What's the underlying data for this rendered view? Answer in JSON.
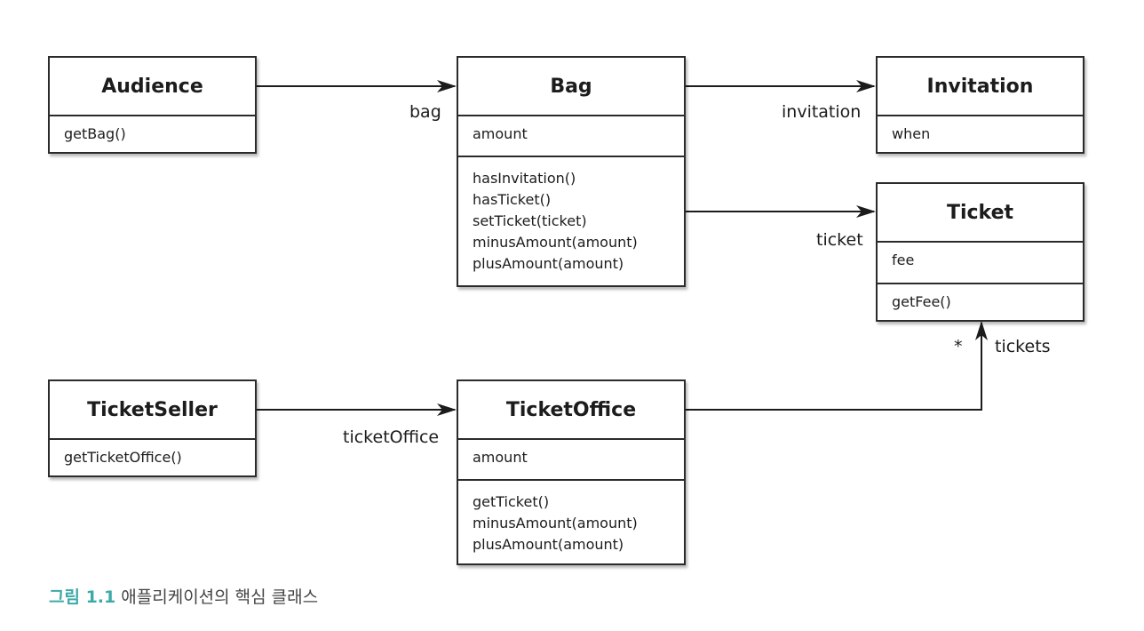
{
  "classes": {
    "audience": {
      "name": "Audience",
      "methods": [
        "getBag()"
      ]
    },
    "bag": {
      "name": "Bag",
      "attributes": [
        "amount"
      ],
      "methods": [
        "hasInvitation()",
        "hasTicket()",
        "setTicket(ticket)",
        "minusAmount(amount)",
        "plusAmount(amount)"
      ]
    },
    "invitation": {
      "name": "Invitation",
      "attributes": [
        "when"
      ]
    },
    "ticket": {
      "name": "Ticket",
      "attributes": [
        "fee"
      ],
      "methods": [
        "getFee()"
      ]
    },
    "ticketSeller": {
      "name": "TicketSeller",
      "methods": [
        "getTicketOffice()"
      ]
    },
    "ticketOffice": {
      "name": "TicketOffice",
      "attributes": [
        "amount"
      ],
      "methods": [
        "getTicket()",
        "minusAmount(amount)",
        "plusAmount(amount)"
      ]
    }
  },
  "associations": [
    {
      "from": "Audience",
      "to": "Bag",
      "role": "bag"
    },
    {
      "from": "Bag",
      "to": "Invitation",
      "role": "invitation"
    },
    {
      "from": "Bag",
      "to": "Ticket",
      "role": "ticket"
    },
    {
      "from": "TicketSeller",
      "to": "TicketOffice",
      "role": "ticketOffice"
    },
    {
      "from": "TicketOffice",
      "to": "Ticket",
      "role": "tickets",
      "multiplicity": "*"
    }
  ],
  "caption": {
    "number": "그림 1.1",
    "text": "애플리케이션의 핵심 클래스"
  }
}
